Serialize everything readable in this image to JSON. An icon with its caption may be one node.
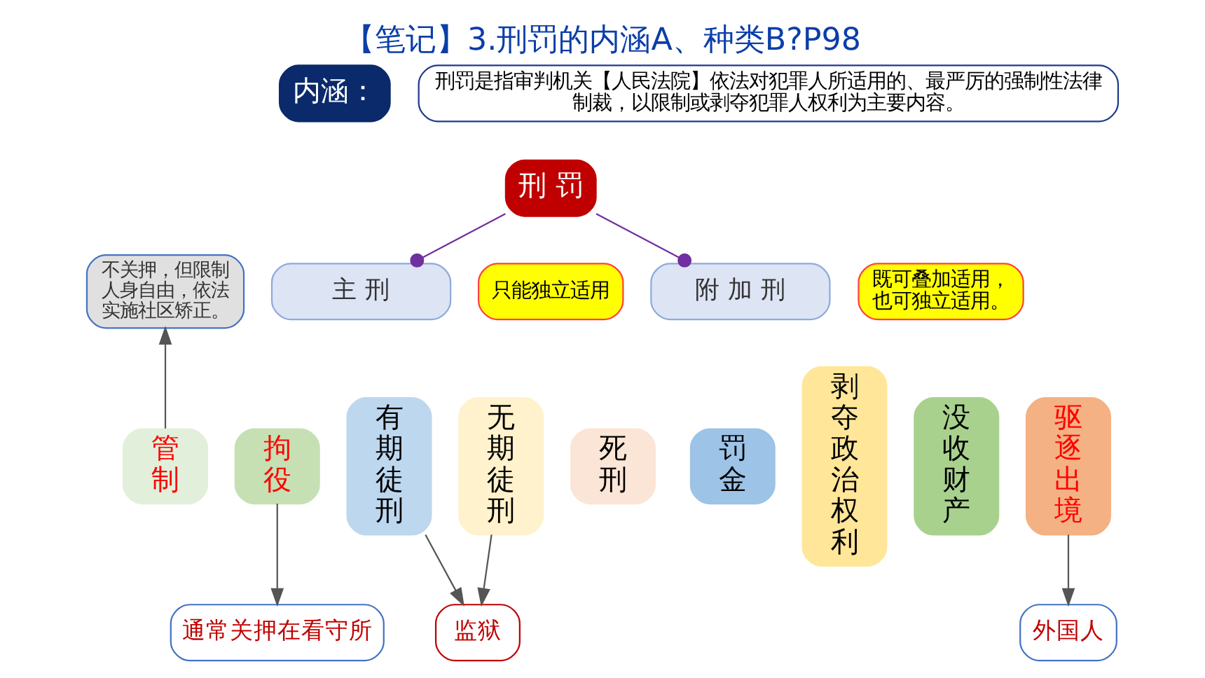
{
  "diagram": {
    "title": "【笔记】3.刑罚的内涵A、种类B?P98",
    "nodes": [
      {
        "text": [
          "内涵："
        ]
      },
      {
        "text": [
          "刑罚是指审判机关【人民法院】依法对犯罪人所适用的、最严厉的强制性法律制裁，以限制或剥夺犯罪人权利为主要内容。"
        ]
      },
      {
        "text": [
          "刑 罚"
        ]
      },
      {
        "text": [
          "主 刑"
        ]
      },
      {
        "text": [
          "只能独立适用"
        ]
      },
      {
        "text": [
          "不关押，但限制人身自由，依法实施社区矫正。"
        ]
      },
      {
        "text": [
          "管制"
        ]
      },
      {
        "text": [
          "拘役"
        ]
      },
      {
        "text": [
          "有期徒刑"
        ]
      },
      {
        "text": [
          "无期徒刑"
        ]
      },
      {
        "text": [
          "死刑"
        ]
      },
      {
        "text": [
          "通常关押在看守所"
        ]
      },
      {
        "text": [
          "监狱"
        ]
      },
      {
        "text": [
          "附 加 刑"
        ]
      },
      {
        "text": [
          "既可叠加适用，也可独立适用。"
        ]
      },
      {
        "text": [
          "罚金"
        ]
      },
      {
        "text": [
          "剥夺政治权利"
        ]
      },
      {
        "text": [
          "没收财产"
        ]
      },
      {
        "text": [
          "驱逐出境"
        ]
      },
      {
        "text": [
          "外国人"
        ]
      }
    ],
    "edges": [
      {
        "from": 2,
        "to": 3,
        "arrow": "other",
        "color": "#7030a0"
      },
      {
        "from": 2,
        "to": 13,
        "arrow": "other",
        "color": "#7030a0"
      },
      {
        "from": 6,
        "to": 5,
        "arrow": "to"
      },
      {
        "from": 7,
        "to": 11,
        "arrow": "to"
      },
      {
        "from": 8,
        "to": 12,
        "arrow": "to"
      },
      {
        "from": 9,
        "to": 12,
        "arrow": "to"
      },
      {
        "from": 18,
        "to": 19,
        "arrow": "to"
      }
    ]
  }
}
